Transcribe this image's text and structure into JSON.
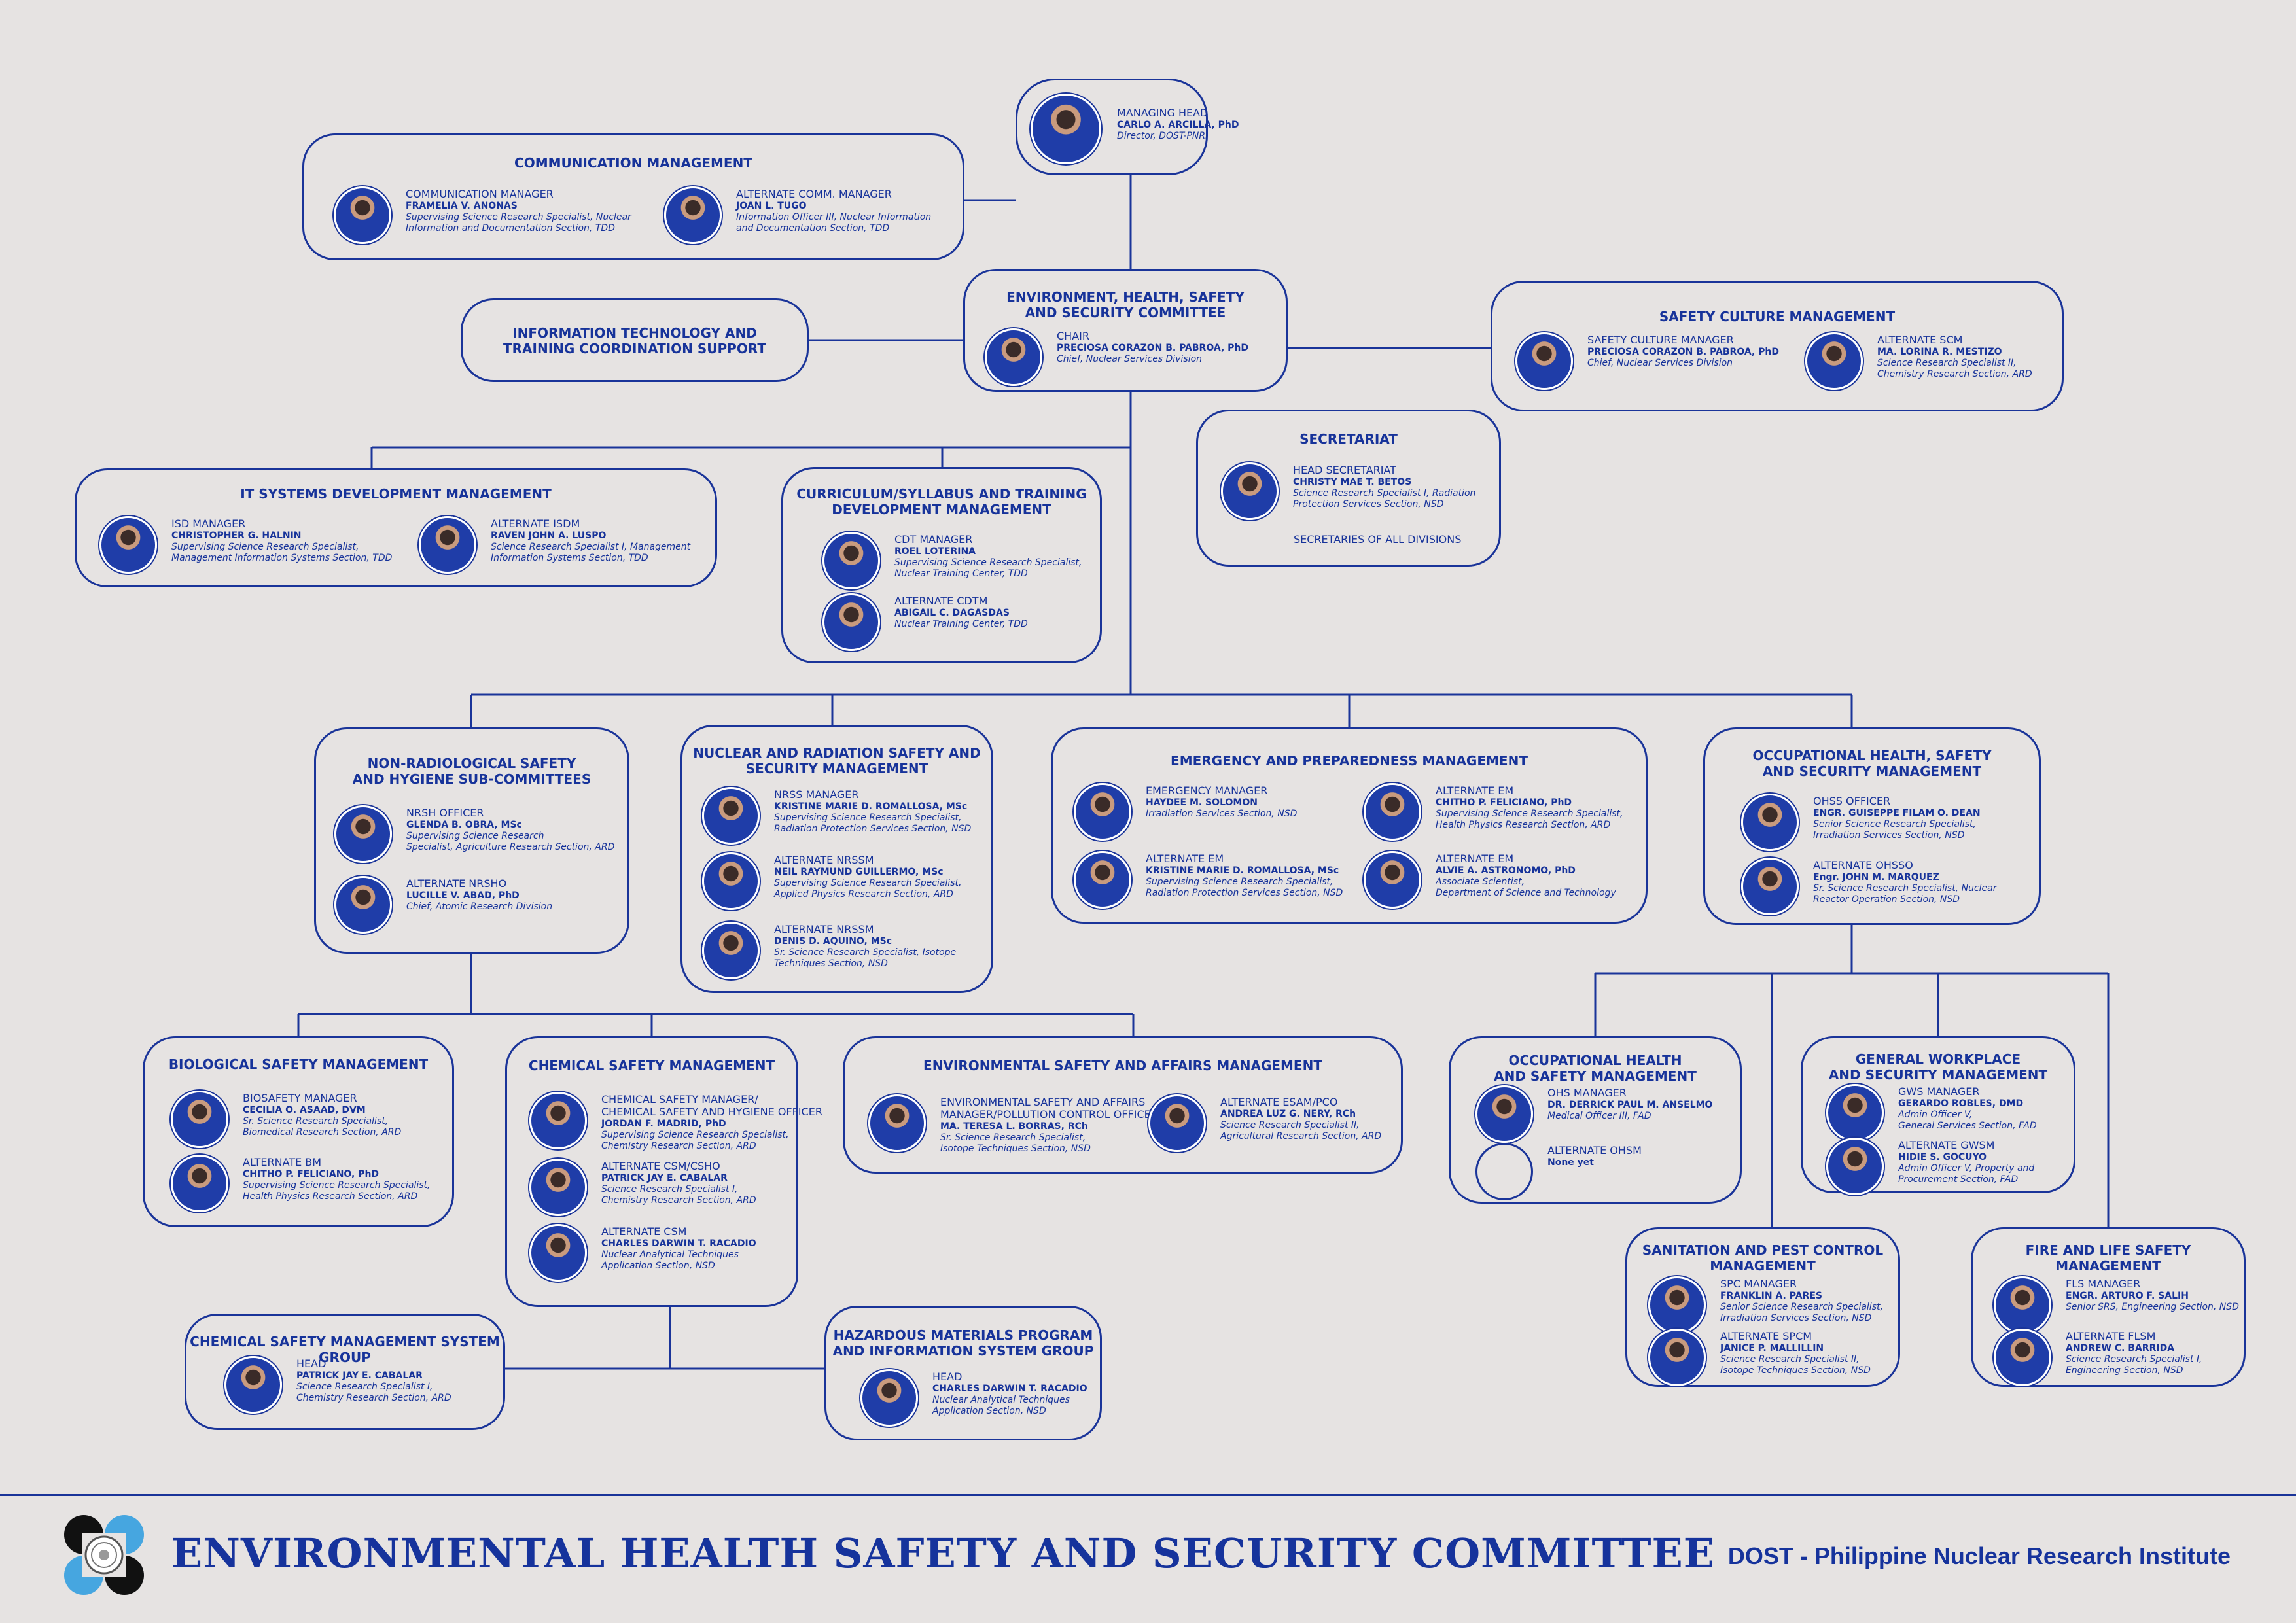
{
  "footer": {
    "title": "ENVIRONMENTAL HEALTH SAFETY AND SECURITY COMMITTEE",
    "org": "DOST - Philippine Nuclear Research Institute"
  },
  "colors": {
    "primary": "#1a3499",
    "background": "#e6e3e2",
    "logo_black": "#111111",
    "logo_blue": "#46a6e0"
  },
  "units": [
    {
      "id": "head",
      "title": "",
      "members": [
        {
          "role": "MANAGING HEAD",
          "name": "CARLO A. ARCILLA, PhD",
          "desc": "Director, DOST-PNRI"
        }
      ]
    },
    {
      "id": "comm",
      "title": "COMMUNICATION MANAGEMENT",
      "members": [
        {
          "role": "COMMUNICATION MANAGER",
          "name": "FRAMELIA V. ANONAS",
          "desc": "Supervising Science Research Specialist, Nuclear\nInformation and Documentation Section, TDD"
        },
        {
          "role": "ALTERNATE COMM. MANAGER",
          "name": "JOAN L. TUGO",
          "desc": "Information Officer III, Nuclear Information\nand Documentation Section, TDD"
        }
      ]
    },
    {
      "id": "ehss",
      "title": "ENVIRONMENT, HEALTH, SAFETY\nAND SECURITY COMMITTEE",
      "members": [
        {
          "role": "CHAIR",
          "name": "PRECIOSA CORAZON B. PABROA, PhD",
          "desc": "Chief, Nuclear Services Division"
        }
      ]
    },
    {
      "id": "itsupport",
      "title": "INFORMATION TECHNOLOGY AND\nTRAINING COORDINATION SUPPORT",
      "members": []
    },
    {
      "id": "scm",
      "title": "SAFETY CULTURE MANAGEMENT",
      "members": [
        {
          "role": "SAFETY CULTURE MANAGER",
          "name": "PRECIOSA CORAZON B. PABROA, PhD",
          "desc": "Chief, Nuclear Services Division"
        },
        {
          "role": "ALTERNATE SCM",
          "name": "MA. LORINA R. MESTIZO",
          "desc": "Science Research Specialist II,\nChemistry Research Section, ARD"
        }
      ]
    },
    {
      "id": "secretariat",
      "title": "SECRETARIAT",
      "members": [
        {
          "role": "HEAD SECRETARIAT",
          "name": "CHRISTY MAE T. BETOS",
          "desc": "Science Research Specialist I, Radiation\nProtection Services Section, NSD"
        }
      ],
      "note": "SECRETARIES OF ALL DIVISIONS"
    },
    {
      "id": "isdm",
      "title": "IT SYSTEMS DEVELOPMENT MANAGEMENT",
      "members": [
        {
          "role": "ISD MANAGER",
          "name": "CHRISTOPHER G. HALNIN",
          "desc": "Supervising Science Research Specialist,\nManagement Information Systems Section, TDD"
        },
        {
          "role": "ALTERNATE ISDM",
          "name": "RAVEN JOHN A. LUSPO",
          "desc": "Science Research Specialist I, Management\nInformation Systems Section, TDD"
        }
      ]
    },
    {
      "id": "cdt",
      "title": "CURRICULUM/SYLLABUS AND TRAINING\nDEVELOPMENT MANAGEMENT",
      "members": [
        {
          "role": "CDT MANAGER",
          "name": "ROEL LOTERINA",
          "desc": "Supervising Science Research Specialist,\nNuclear Training Center, TDD"
        },
        {
          "role": "ALTERNATE CDTM",
          "name": "ABIGAIL C. DAGASDAS",
          "desc": "Nuclear Training Center, TDD"
        }
      ]
    },
    {
      "id": "nrsh",
      "title": "NON-RADIOLOGICAL SAFETY\nAND HYGIENE SUB-COMMITTEES",
      "members": [
        {
          "role": "NRSH OFFICER",
          "name": "GLENDA B. OBRA, MSc",
          "desc": "Supervising Science Research\nSpecialist, Agriculture Research Section, ARD"
        },
        {
          "role": "ALTERNATE NRSHO",
          "name": "LUCILLE V. ABAD, PhD",
          "desc": "Chief, Atomic Research Division"
        }
      ]
    },
    {
      "id": "nrss",
      "title": "NUCLEAR AND RADIATION SAFETY AND\nSECURITY MANAGEMENT",
      "members": [
        {
          "role": "NRSS MANAGER",
          "name": "KRISTINE MARIE D. ROMALLOSA, MSc",
          "desc": "Supervising Science Research Specialist,\nRadiation Protection Services Section, NSD"
        },
        {
          "role": "ALTERNATE NRSSM",
          "name": "NEIL RAYMUND GUILLERMO, MSc",
          "desc": "Supervising Science Research Specialist,\nApplied Physics Research Section, ARD"
        },
        {
          "role": "ALTERNATE NRSSM",
          "name": "DENIS D. AQUINO, MSc",
          "desc": "Sr. Science Research Specialist, Isotope\nTechniques Section, NSD"
        }
      ]
    },
    {
      "id": "epm",
      "title": "EMERGENCY AND PREPAREDNESS MANAGEMENT",
      "members": [
        {
          "role": "EMERGENCY MANAGER",
          "name": "HAYDEE M. SOLOMON",
          "desc": "Irradiation Services Section, NSD"
        },
        {
          "role": "ALTERNATE EM",
          "name": "CHITHO P. FELICIANO, PhD",
          "desc": "Supervising Science Research Specialist,\nHealth Physics Research Section, ARD"
        },
        {
          "role": "ALTERNATE EM",
          "name": "KRISTINE MARIE D. ROMALLOSA, MSc",
          "desc": "Supervising Science Research Specialist,\nRadiation Protection Services Section, NSD"
        },
        {
          "role": "ALTERNATE EM",
          "name": "ALVIE A. ASTRONOMO, PhD",
          "desc": "Associate Scientist,\nDepartment of Science and Technology"
        }
      ]
    },
    {
      "id": "ohss",
      "title": "OCCUPATIONAL HEALTH, SAFETY\nAND SECURITY MANAGEMENT",
      "members": [
        {
          "role": "OHSS OFFICER",
          "name": "ENGR. GUISEPPE FILAM O. DEAN",
          "desc": "Senior Science Research Specialist,\nIrradiation Services Section, NSD"
        },
        {
          "role": "ALTERNATE OHSSO",
          "name": "Engr. JOHN M. MARQUEZ",
          "desc": "Sr. Science Research Specialist, Nuclear\nReactor Operation Section, NSD"
        }
      ]
    },
    {
      "id": "bio",
      "title": "BIOLOGICAL SAFETY MANAGEMENT",
      "members": [
        {
          "role": "BIOSAFETY MANAGER",
          "name": "CECILIA O. ASAAD, DVM",
          "desc": "Sr. Science Research Specialist,\nBiomedical Research Section, ARD"
        },
        {
          "role": "ALTERNATE BM",
          "name": "CHITHO P. FELICIANO, PhD",
          "desc": "Supervising Science Research Specialist,\nHealth Physics Research Section, ARD"
        }
      ]
    },
    {
      "id": "chem",
      "title": "CHEMICAL SAFETY MANAGEMENT",
      "members": [
        {
          "role": "CHEMICAL SAFETY MANAGER/\nCHEMICAL SAFETY AND HYGIENE OFFICER",
          "name": "JORDAN F. MADRID, PhD",
          "desc": "Supervising Science Research Specialist,\nChemistry Research Section, ARD"
        },
        {
          "role": "ALTERNATE CSM/CSHO",
          "name": "PATRICK JAY E. CABALAR",
          "desc": "Science Research Specialist I,\nChemistry Research Section, ARD"
        },
        {
          "role": "ALTERNATE CSM",
          "name": "CHARLES DARWIN T. RACADIO",
          "desc": "Nuclear Analytical Techniques\nApplication Section, NSD"
        }
      ]
    },
    {
      "id": "esam",
      "title": "ENVIRONMENTAL SAFETY AND AFFAIRS MANAGEMENT",
      "members": [
        {
          "role": "ENVIRONMENTAL SAFETY AND AFFAIRS\nMANAGER/POLLUTION CONTROL OFFICER",
          "name": "MA. TERESA L. BORRAS, RCh",
          "desc": "Sr. Science Research Specialist,\nIsotope Techniques Section, NSD"
        },
        {
          "role": "ALTERNATE ESAM/PCO",
          "name": "ANDREA LUZ G. NERY, RCh",
          "desc": "Science Research Specialist II,\nAgricultural Research Section, ARD"
        }
      ]
    },
    {
      "id": "ohsm",
      "title": "OCCUPATIONAL HEALTH\nAND SAFETY MANAGEMENT",
      "members": [
        {
          "role": "OHS MANAGER",
          "name": "DR. DERRICK PAUL M. ANSELMO",
          "desc": "Medical Officer III, FAD"
        },
        {
          "role": "ALTERNATE OHSM",
          "name": "None yet",
          "desc": "",
          "empty": true
        }
      ]
    },
    {
      "id": "gwsm",
      "title": "GENERAL WORKPLACE\nAND SECURITY MANAGEMENT",
      "members": [
        {
          "role": "GWS MANAGER",
          "name": "GERARDO ROBLES, DMD",
          "desc": "Admin Officer V,\nGeneral Services Section, FAD"
        },
        {
          "role": "ALTERNATE GWSM",
          "name": "HIDIE S. GOCUYO",
          "desc": "Admin Officer V, Property and\nProcurement Section, FAD"
        }
      ]
    },
    {
      "id": "csmsg",
      "title": "CHEMICAL SAFETY MANAGEMENT SYSTEM GROUP",
      "members": [
        {
          "role": "HEAD",
          "name": "PATRICK JAY E. CABALAR",
          "desc": "Science Research Specialist I,\nChemistry Research Section, ARD"
        }
      ]
    },
    {
      "id": "hazmat",
      "title": "HAZARDOUS MATERIALS PROGRAM\nAND INFORMATION SYSTEM GROUP",
      "members": [
        {
          "role": "HEAD",
          "name": "CHARLES DARWIN T. RACADIO",
          "desc": "Nuclear Analytical Techniques\nApplication Section, NSD"
        }
      ]
    },
    {
      "id": "spcm",
      "title": "SANITATION AND PEST CONTROL\nMANAGEMENT",
      "members": [
        {
          "role": "SPC MANAGER",
          "name": "FRANKLIN A. PARES",
          "desc": "Senior Science Research Specialist,\nIrradiation Services Section, NSD"
        },
        {
          "role": "ALTERNATE SPCM",
          "name": "JANICE P. MALLILLIN",
          "desc": "Science Research Specialist II,\nIsotope Techniques Section, NSD"
        }
      ]
    },
    {
      "id": "flsm",
      "title": "FIRE AND LIFE SAFETY\nMANAGEMENT",
      "members": [
        {
          "role": "FLS MANAGER",
          "name": "ENGR. ARTURO F. SALIH",
          "desc": "Senior SRS, Engineering Section, NSD"
        },
        {
          "role": "ALTERNATE FLSM",
          "name": "ANDREW C. BARRIDA",
          "desc": "Science Research Specialist I,\nEngineering Section, NSD"
        }
      ]
    }
  ]
}
